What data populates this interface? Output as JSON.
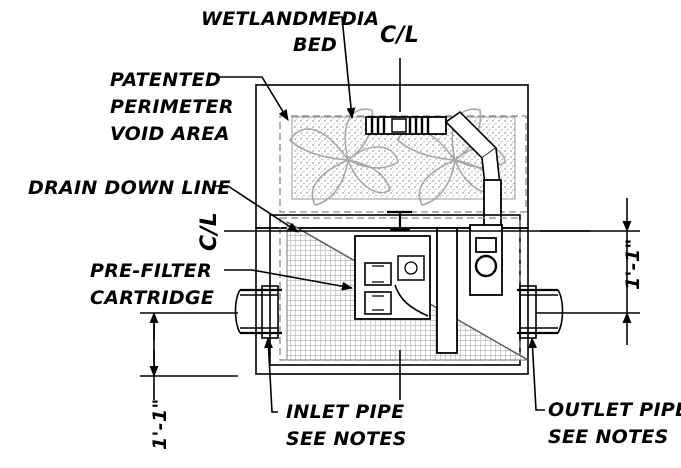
{
  "labels": {
    "wetland_line1": "WETLANDMEDIA",
    "wetland_line2": "BED",
    "centerline_top": "C/L",
    "centerline_left": "C/L",
    "perimeter_line1": "PATENTED",
    "perimeter_line2": "PERIMETER",
    "perimeter_line3": "VOID AREA",
    "drain_down": "DRAIN DOWN LINE",
    "prefilter_line1": "PRE-FILTER",
    "prefilter_line2": "CARTRIDGE",
    "dim_right": "1'-1\"",
    "dim_left": "1'-1\"",
    "inlet_line1": "INLET PIPE",
    "inlet_line2": "SEE NOTES",
    "outlet_line1": "OUTLET PIPE",
    "outlet_line2": "SEE NOTES"
  }
}
